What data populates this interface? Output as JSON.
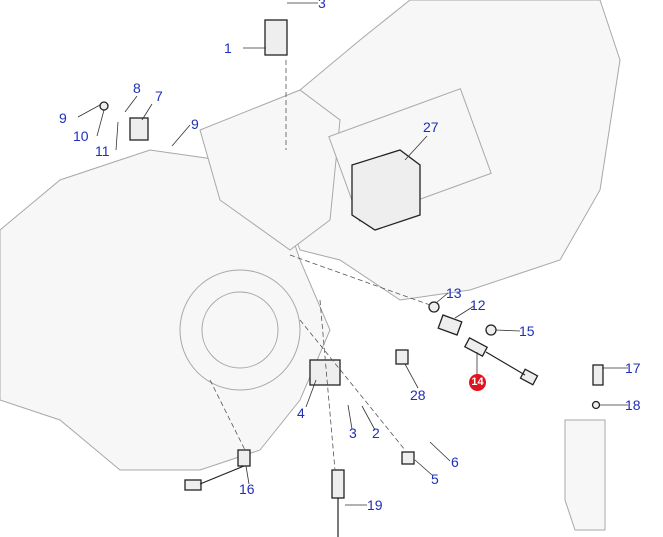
{
  "diagram": {
    "labels": [
      "3",
      "1",
      "8",
      "7",
      "9",
      "10",
      "11",
      "9",
      "27",
      "13",
      "12",
      "15",
      "14",
      "17",
      "18",
      "28",
      "4",
      "3",
      "2",
      "6",
      "5",
      "16",
      "19"
    ],
    "highlighted_label": "14",
    "colors": {
      "label": "#1f2fb8",
      "highlight": "#e0141e",
      "outline": "#9a9a9a",
      "part": "#222222"
    }
  }
}
